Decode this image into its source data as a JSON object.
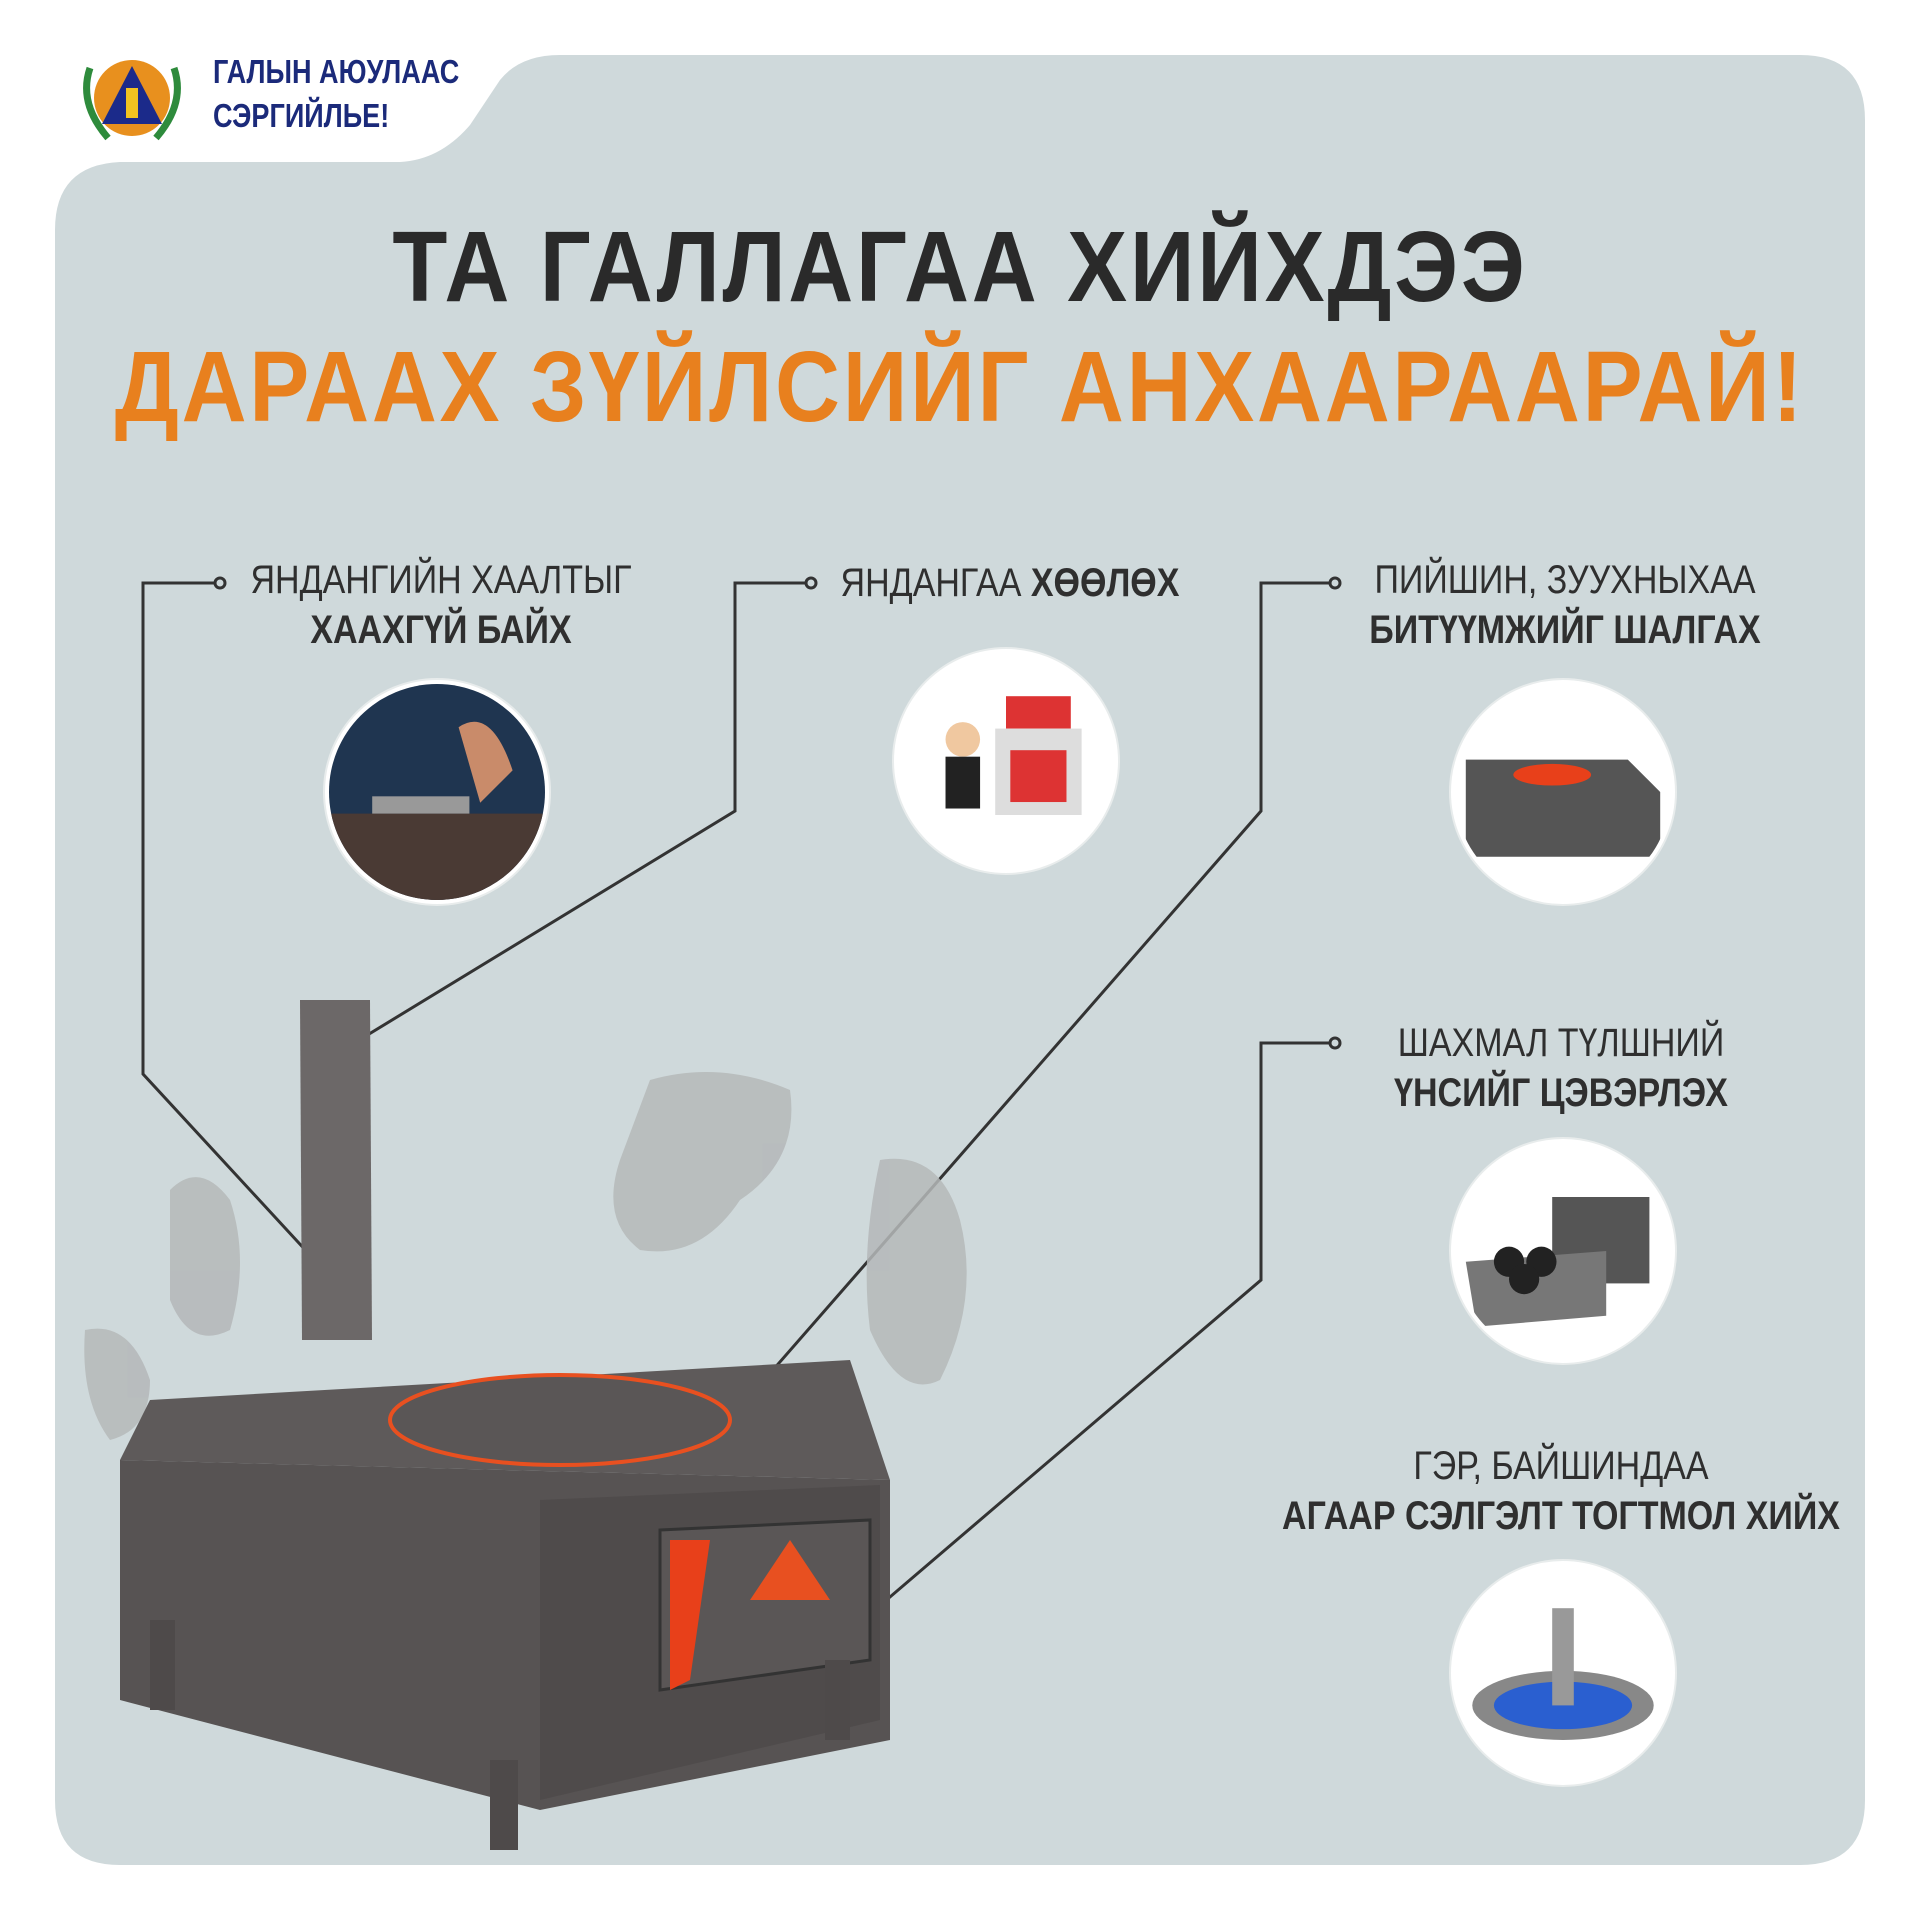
{
  "header": {
    "brand_line1": "ГАЛЫН АЮУЛААС",
    "brand_line2": "СЭРГИЙЛЬЕ!",
    "logo": "emergency-agency-emblem"
  },
  "title": {
    "line1": "ТА ГАЛЛАГАА ХИЙХДЭЭ",
    "line2": "ДАРААХ ЗҮЙЛСИЙГ АНХААРААРАЙ!"
  },
  "tips": [
    {
      "normal": "ЯНДАНГИЙН ХААЛТЫГ",
      "bold": "ХААХГҮЙ БАЙХ"
    },
    {
      "normal": "ЯНДАНГАА",
      "bold": "ХӨӨЛӨХ"
    },
    {
      "normal": "ПИЙШИН, ЗУУХНЫХАА",
      "bold": "БИТҮҮМЖИЙГ ШАЛГАХ"
    },
    {
      "normal": "ШАХМАЛ ТҮЛШНИЙ",
      "bold": "ҮНСИЙГ ЦЭВЭРЛЭХ"
    },
    {
      "normal": "ГЭР, БАЙШИНДАА",
      "bold": "АГААР СЭЛГЭЛТ ТОГТМОЛ ХИЙХ"
    }
  ],
  "colors": {
    "background": "#cfd9db",
    "title": "#2a2a2a",
    "accent": "#e8801e",
    "brand": "#1b2a7a"
  }
}
